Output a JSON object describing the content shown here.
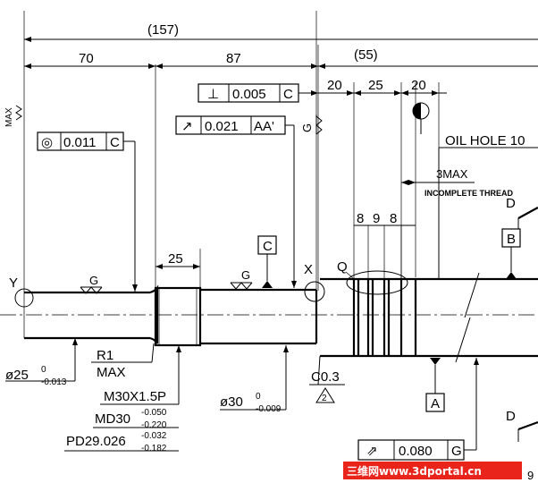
{
  "dimensions": {
    "overall": "(157)",
    "left_span": "70",
    "mid_span": "87",
    "right_span": "(55)",
    "seg_a": "20",
    "seg_b": "25",
    "seg_c": "20",
    "thread_len": "25",
    "groove_1": "8",
    "groove_2": "9",
    "groove_3": "8"
  },
  "labels": {
    "oil_hole": "OIL HOLE 10",
    "max_3": "3MAX",
    "incomplete_thread": "INCOMPLETE THREAD",
    "r1": "R1",
    "max": "MAX",
    "chamfer": "C0.3",
    "datum_y": "Y",
    "datum_x": "X",
    "q": "Q",
    "d_top": "D",
    "d_bottom": "D",
    "g1": "G",
    "g2": "G",
    "g3": "G",
    "g_rot": "G",
    "note_2": "2",
    "side_vertical": "MAX",
    "corner_num": "9"
  },
  "diameters": {
    "d25_main": "ø25",
    "d25_upper": "0",
    "d25_lower": "-0.013",
    "d30_main": "ø30",
    "d30_upper": "0",
    "d30_lower": "-0.009"
  },
  "thread": {
    "spec": "M30X1.5P",
    "md_main": "MD30",
    "md_upper": "-0.050",
    "md_lower": "-0.220",
    "pd_main": "PD29.026",
    "pd_upper": "-0.032",
    "pd_lower": "-0.182"
  },
  "tolerance_frames": {
    "perpendicularity": {
      "symbol": "⊥",
      "value": "0.005",
      "datum": "C"
    },
    "circular_runout": {
      "symbol": "↗",
      "value": "0.021",
      "datum": "AA'"
    },
    "concentricity": {
      "symbol": "◎",
      "value": "0.011",
      "datum": "C"
    },
    "total_runout": {
      "symbol": "⇗",
      "value": "0.080",
      "datum": "G"
    }
  },
  "datums": {
    "c": "C",
    "b": "B",
    "a": "A"
  },
  "watermark": "三维网www.3dportal.cn"
}
